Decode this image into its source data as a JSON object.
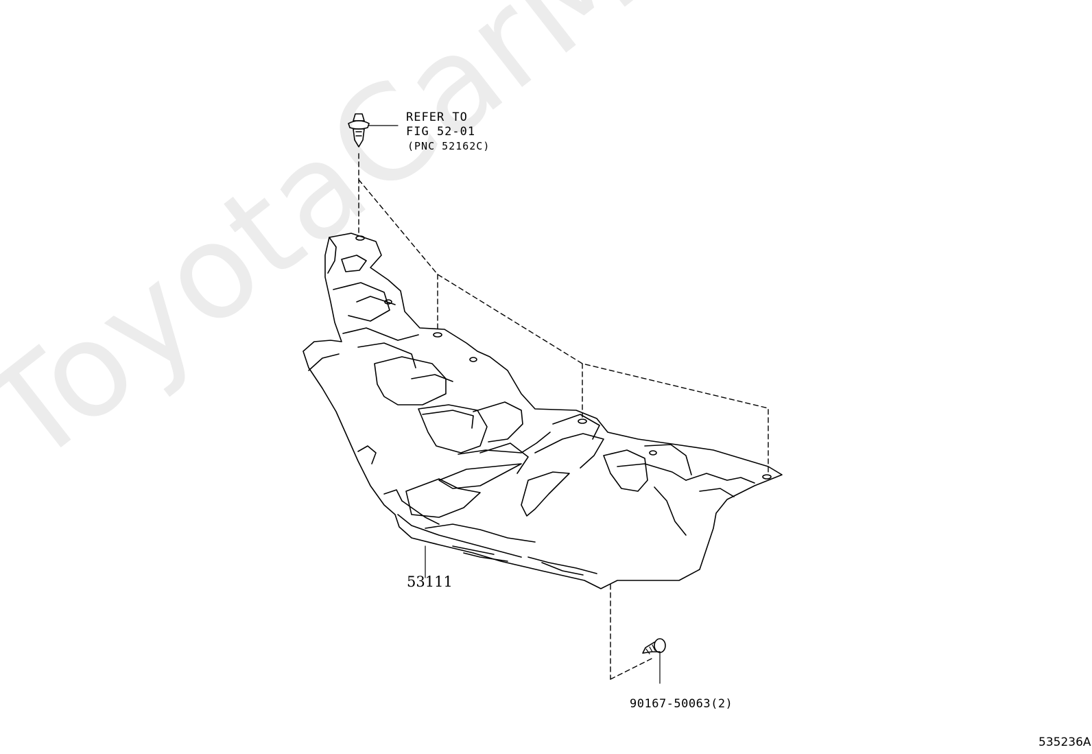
{
  "watermark": "ToyotaCarMine.ru",
  "callouts": {
    "clip_ref": {
      "line1": "REFER TO",
      "line2": "FIG 52-01",
      "line3": "(PNC 52162C)"
    },
    "main_part": "53111",
    "screw": "90167-50063(2)"
  },
  "figure_id": "535236A",
  "icons": {
    "clip": "push-clip-icon",
    "screw": "screw-bolt-icon",
    "part": "bumper-reinforcement-bracket"
  },
  "colors": {
    "line": "#000000",
    "watermark": "#ececec",
    "background": "#ffffff"
  }
}
